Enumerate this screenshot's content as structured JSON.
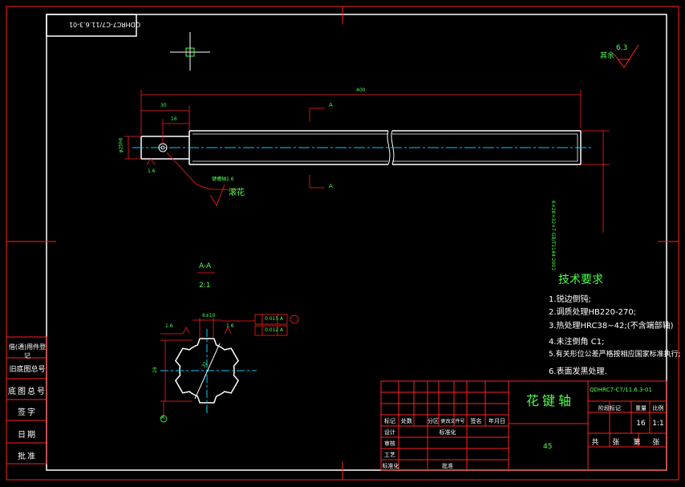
{
  "title_block_code_mirror": "QDHRC7-C7/11.6.3-01",
  "roughness_note": {
    "text": "其余",
    "value": "6.3"
  },
  "dims": {
    "overall_length": "400",
    "d30": "30",
    "d16": "16",
    "dia_end": "φ25h6",
    "r16a": "1.6",
    "keyway": "键槽轴1.6",
    "knurl": "滚花",
    "spline_spec": "6×28×32×7 GB/T1144-2001",
    "d6": "6±10",
    "r16_left": "1.6",
    "r16_right": "1.6",
    "tol1_val": "0.015",
    "tol1_ref": "A",
    "tol2_val": "0.012",
    "tol2_ref": "A",
    "spline_height": "28",
    "spline_dia": "32",
    "datum": "A"
  },
  "section": {
    "label": "A-A",
    "scale": "2:1",
    "cut_top": "A",
    "cut_bottom": "A"
  },
  "tech_req": {
    "title": "技术要求",
    "items": [
      "1.锐边倒钝;",
      "2.调质处理HB220-270;",
      "3.热处理HRC38~42;(不含端部轴)",
      "4.未注倒角 C1;",
      "5.有关形位公差严格按相应国家标准执行;",
      "6.表面发黑处理."
    ]
  },
  "side_labels": [
    "借(通)用件登记",
    "旧底图总号",
    "底图总号",
    "签字",
    "日期",
    "批准"
  ],
  "title_block": {
    "part_name": "花键轴",
    "material": "45",
    "drawing_no": "QDHRC7-C7/11.6.3-01",
    "headers": [
      "阶段标记",
      "重量",
      "比例"
    ],
    "qty": "16",
    "scale": "1:1",
    "sheet_total": "共",
    "sheet": "张",
    "sheet_no": "第",
    "sheet_of": "张",
    "rev_row": [
      "标记",
      "处数",
      "分区",
      "更改文件号",
      "签名",
      "年月日"
    ],
    "sign_rows": [
      "设计",
      "审核",
      "工艺",
      "标准化"
    ],
    "sign_right": [
      "标准化",
      "批准"
    ]
  },
  "colors": {
    "frame": "#ff2020",
    "line": "#ffffff",
    "dim": "#ff2020",
    "text": "#4cff4c",
    "center": "#00d0ff"
  }
}
